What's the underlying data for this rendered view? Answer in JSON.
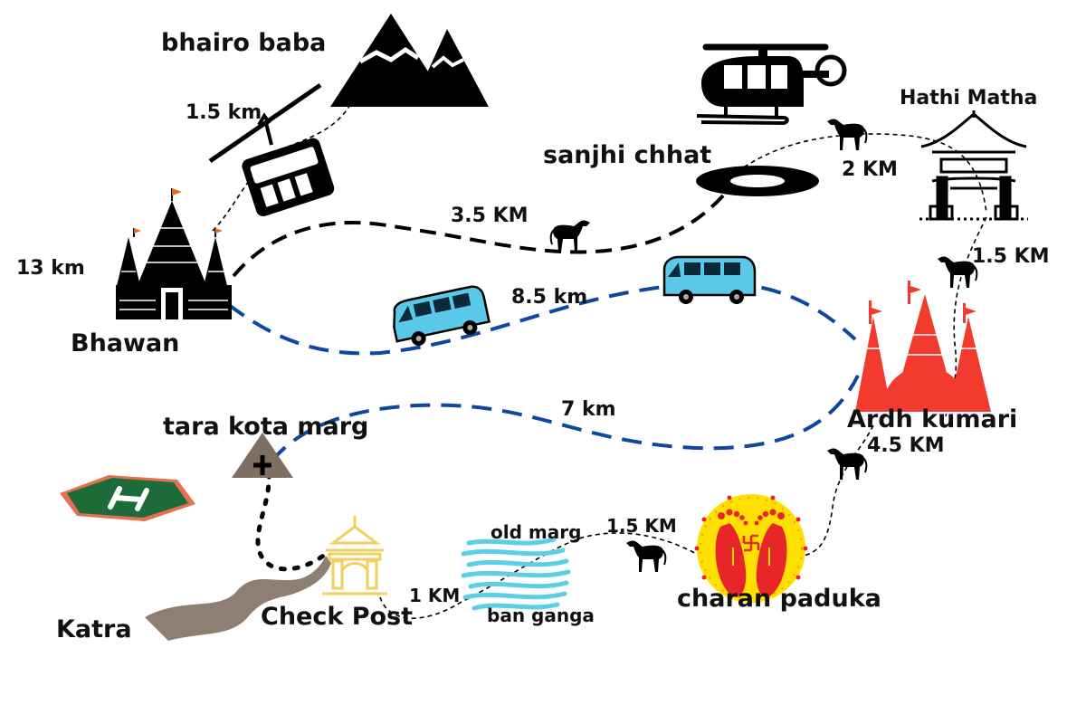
{
  "places": {
    "bhawan": "Bhawan",
    "bhairo_baba": "bhairo baba",
    "sanjhi_chhat": "sanjhi chhat",
    "hathi_matha": "Hathi Matha",
    "ardh_kumari": "Ardh kumari",
    "tara_kota_marg": "tara kota marg",
    "katra": "Katra",
    "check_post": "Check Post",
    "old_marg": "old marg",
    "ban_ganga": "ban ganga",
    "charan_paduka": "charan paduka"
  },
  "distances": {
    "bhawan_left": "13 km",
    "ropeway": "1.5 km",
    "horse_sanjhi": "3.5 KM",
    "bus_route": "8.5 km",
    "hathi_sanjhi": "2 KM",
    "hathi_ardh": "1.5 KM",
    "tara_kota_route": "7 km",
    "ardh_charan": "4.5 KM",
    "charan_banganga": "1.5 KM",
    "checkpost_banganga": "1 KM"
  },
  "colors": {
    "route_blue": "#0d47a1",
    "temple_red": "#f23a2e",
    "helipad_green": "#1e6b3a",
    "helipad_border": "#e3704e",
    "van_blue": "#5ac8e8",
    "paduka_yellow": "#ffe000",
    "paduka_red": "#e8262a",
    "checkpost_gold": "#f0d060",
    "river_cyan": "#5ccfe6",
    "katra_path": "#8d7f72",
    "tara_kota_brown": "#7d6f62"
  },
  "icons": [
    "mountain-icon",
    "helicopter-icon",
    "ropeway-icon",
    "temple-bhawan-icon",
    "helipad-icon",
    "van-icon",
    "horse-icon",
    "gate-icon",
    "temple-red-icon",
    "paduka-icon",
    "checkpost-icon",
    "river-icon",
    "triangle-marker-icon"
  ]
}
